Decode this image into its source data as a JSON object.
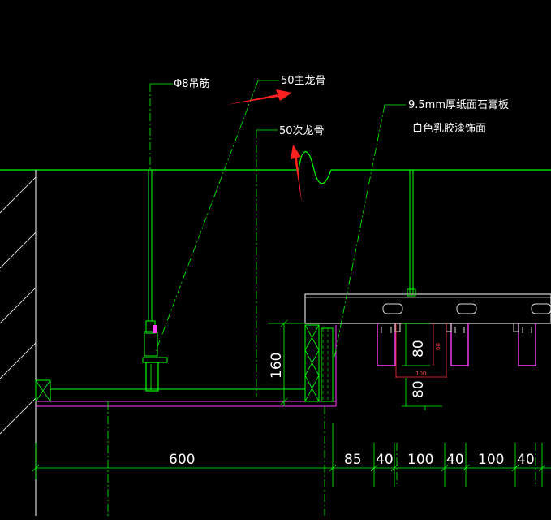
{
  "labels": {
    "hanger": "Φ8吊筋",
    "main_keel": "50主龙骨",
    "sub_keel": "50次龙骨",
    "board_line1": "9.5mm厚纸面石膏板",
    "board_line2": "白色乳胶漆饰面"
  },
  "dimensions": {
    "height_160": "160",
    "width_600": "600",
    "d85": "85",
    "d40a": "40",
    "d100a": "100",
    "d40b": "40",
    "d100b": "100",
    "d40c": "40",
    "keel_80a": "80",
    "keel_80b": "80",
    "small_100": "100",
    "small_60": "60"
  },
  "colors": {
    "background": "#000000",
    "line_green": "#00ff00",
    "structure_magenta": "#ff40ff",
    "arrow_red": "#ff2020",
    "text_white": "#ffffff",
    "keel_gray": "#d8d8d8",
    "red_dim": "#ff3030"
  }
}
